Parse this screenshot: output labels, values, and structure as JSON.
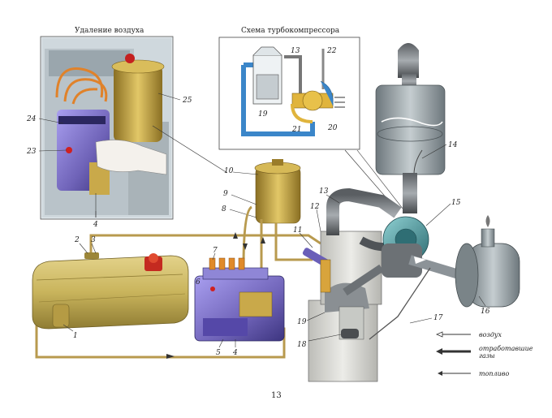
{
  "captions": {
    "air_removal": "Удаление воздуха",
    "turbo_scheme": "Схема турбокомпрессора"
  },
  "labels": [
    "1",
    "2",
    "3",
    "4",
    "5",
    "6",
    "7",
    "8",
    "9",
    "10",
    "11",
    "12",
    "13",
    "14",
    "15",
    "16",
    "17",
    "18",
    "19",
    "20",
    "21",
    "22",
    "23",
    "24",
    "25"
  ],
  "legend": {
    "air": "воздух",
    "exhaust_line1": "отработавшие",
    "exhaust_line2": "газы",
    "fuel": "топливо"
  },
  "page_number": "13",
  "colors": {
    "tank": "#c9b45c",
    "pump": "#7b6fc4",
    "filter": "#c9a94a",
    "engine": "#d9d9d6",
    "turbo": "#4f9aa0",
    "muffler": "#8e9aa0",
    "air_blue": "#3b86c9",
    "oil_yellow": "#e0b43c",
    "fuel_line": "#b89a4e"
  }
}
